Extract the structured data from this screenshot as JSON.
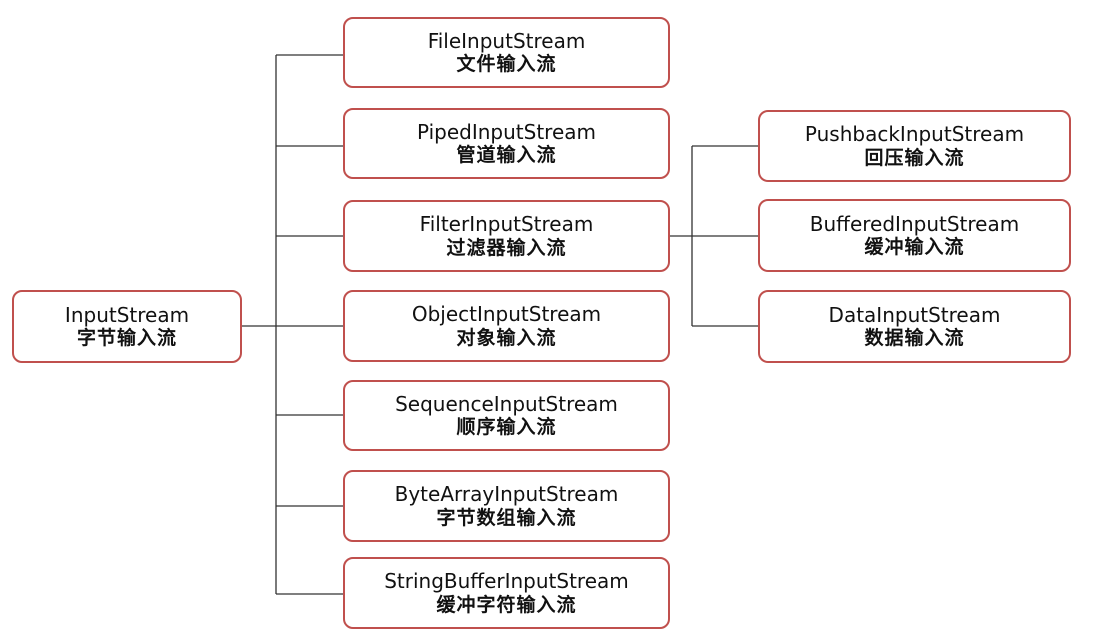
{
  "colors": {
    "node_border": "#c0504d",
    "connector": "#333333",
    "text": "#111111",
    "background": "#ffffff"
  },
  "root": {
    "en": "InputStream",
    "zh": "字节输入流"
  },
  "children": [
    {
      "en": "FileInputStream",
      "zh": "文件输入流"
    },
    {
      "en": "PipedInputStream",
      "zh": "管道输入流"
    },
    {
      "en": "FilterInputStream",
      "zh": "过滤器输入流"
    },
    {
      "en": "ObjectInputStream",
      "zh": "对象输入流"
    },
    {
      "en": "SequenceInputStream",
      "zh": "顺序输入流"
    },
    {
      "en": "ByteArrayInputStream",
      "zh": "字节数组输入流"
    },
    {
      "en": "StringBufferInputStream",
      "zh": "缓冲字符输入流"
    }
  ],
  "filter_children": [
    {
      "en": "PushbackInputStream",
      "zh": "回压输入流"
    },
    {
      "en": "BufferedInputStream",
      "zh": "缓冲输入流"
    },
    {
      "en": "DataInputStream",
      "zh": "数据输入流"
    }
  ]
}
